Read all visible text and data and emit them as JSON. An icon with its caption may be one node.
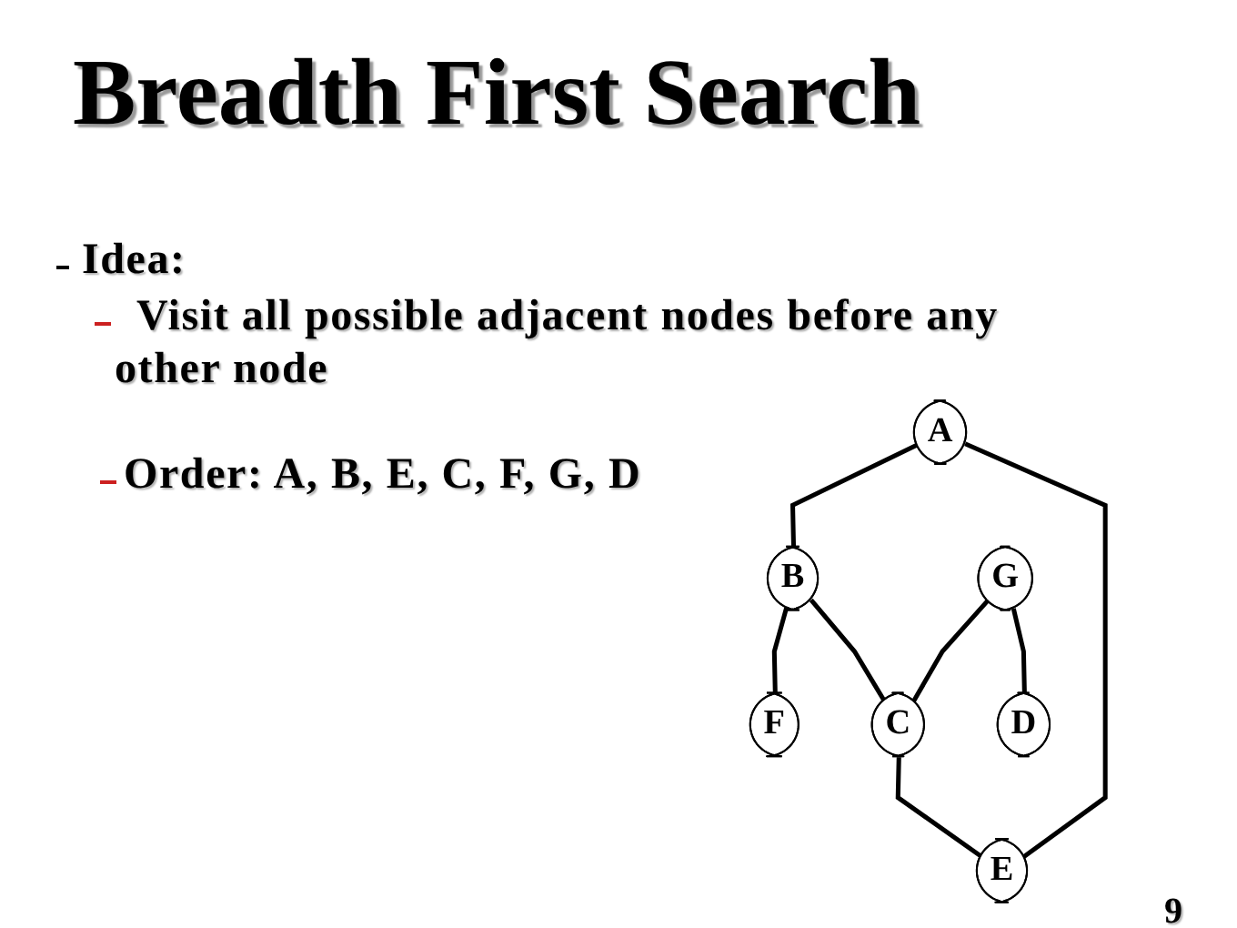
{
  "diagram": {
    "title": "Breadth First Search",
    "nodes": [
      {
        "text": [
          "A"
        ]
      },
      {
        "text": [
          "B"
        ]
      },
      {
        "text": [
          "G"
        ]
      },
      {
        "text": [
          "F"
        ]
      },
      {
        "text": [
          "C"
        ]
      },
      {
        "text": [
          "E"
        ]
      },
      {
        "text": [
          "D"
        ]
      }
    ],
    "edges": [
      {
        "from": 0,
        "to": 1,
        "arrow": "none"
      },
      {
        "from": 0,
        "to": 5,
        "arrow": "none"
      },
      {
        "from": 1,
        "to": 3,
        "arrow": "none"
      },
      {
        "from": 1,
        "to": 4,
        "arrow": "none"
      },
      {
        "from": 2,
        "to": 4,
        "arrow": "none"
      },
      {
        "from": 2,
        "to": 6,
        "arrow": "none"
      },
      {
        "from": 4,
        "to": 5,
        "arrow": "none"
      }
    ],
    "labels": [
      "Idea:",
      "Visit all possible adjacent nodes before any other node",
      "Order: A, B, E, C, F, G, D",
      "9"
    ]
  }
}
